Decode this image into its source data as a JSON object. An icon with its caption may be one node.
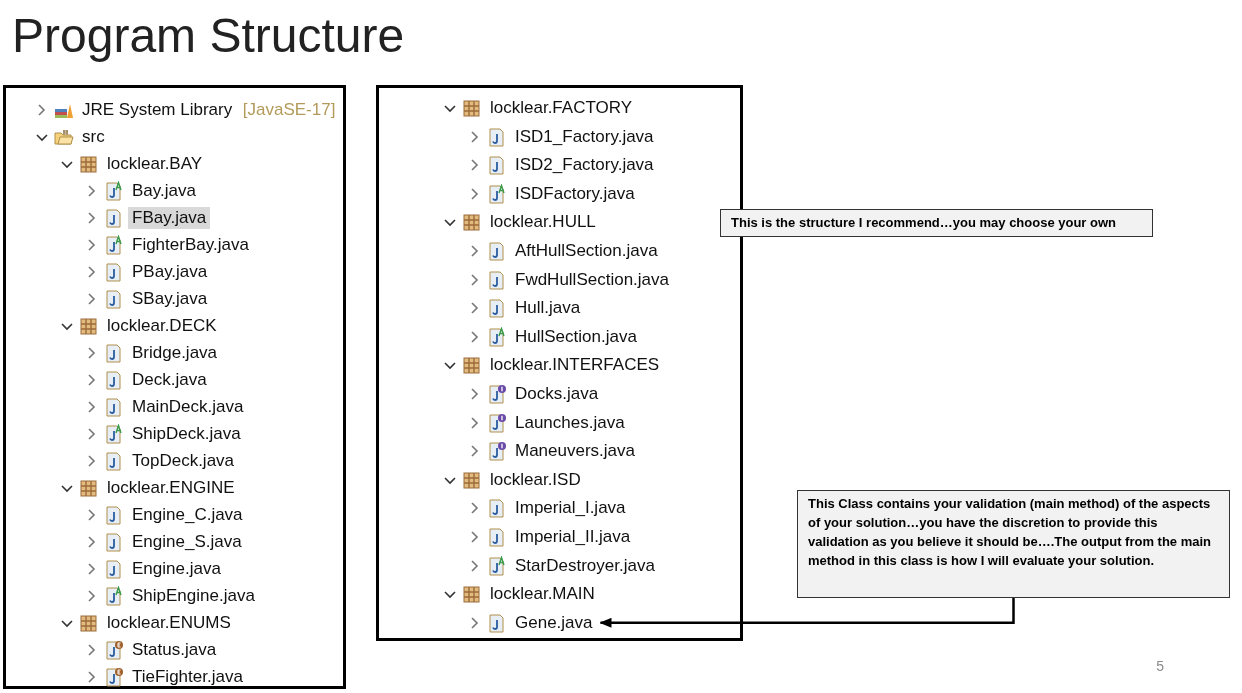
{
  "diagram": {
    "title": "Program Structure",
    "nodes": [
      {
        "text": [],
        "shape": "box"
      },
      {
        "text": [],
        "shape": "box"
      },
      {
        "text": [
          "JRE System Library",
          "[JavaSE-17]"
        ],
        "in": 0
      },
      {
        "text": [
          "src"
        ],
        "in": 0
      },
      {
        "text": [
          "locklear.BAY"
        ],
        "in": 0
      },
      {
        "text": [
          "Bay.java"
        ],
        "in": 0
      },
      {
        "text": [
          "FBay.java"
        ],
        "in": 0
      },
      {
        "text": [
          "FighterBay.java"
        ],
        "in": 0
      },
      {
        "text": [
          "PBay.java"
        ],
        "in": 0
      },
      {
        "text": [
          "SBay.java"
        ],
        "in": 0
      },
      {
        "text": [
          "locklear.DECK"
        ],
        "in": 0
      },
      {
        "text": [
          "Bridge.java"
        ],
        "in": 0
      },
      {
        "text": [
          "Deck.java"
        ],
        "in": 0
      },
      {
        "text": [
          "MainDeck.java"
        ],
        "in": 0
      },
      {
        "text": [
          "ShipDeck.java"
        ],
        "in": 0
      },
      {
        "text": [
          "TopDeck.java"
        ],
        "in": 0
      },
      {
        "text": [
          "locklear.ENGINE"
        ],
        "in": 0
      },
      {
        "text": [
          "Engine_C.java"
        ],
        "in": 0
      },
      {
        "text": [
          "Engine_S.java"
        ],
        "in": 0
      },
      {
        "text": [
          "Engine.java"
        ],
        "in": 0
      },
      {
        "text": [
          "ShipEngine.java"
        ],
        "in": 0
      },
      {
        "text": [
          "locklear.ENUMS"
        ],
        "in": 0
      },
      {
        "text": [
          "Status.java"
        ],
        "in": 0
      },
      {
        "text": [
          "TieFighter.java"
        ],
        "in": 0
      },
      {
        "text": [
          "locklear.FACTORY"
        ],
        "in": 1
      },
      {
        "text": [
          "ISD1_Factory.java"
        ],
        "in": 1
      },
      {
        "text": [
          "ISD2_Factory.java"
        ],
        "in": 1
      },
      {
        "text": [
          "ISDFactory.java"
        ],
        "in": 1
      },
      {
        "text": [
          "locklear.HULL"
        ],
        "in": 1
      },
      {
        "text": [
          "AftHullSection.java"
        ],
        "in": 1
      },
      {
        "text": [
          "FwdHullSection.java"
        ],
        "in": 1
      },
      {
        "text": [
          "Hull.java"
        ],
        "in": 1
      },
      {
        "text": [
          "HullSection.java"
        ],
        "in": 1
      },
      {
        "text": [
          "locklear.INTERFACES"
        ],
        "in": 1
      },
      {
        "text": [
          "Docks.java"
        ],
        "in": 1
      },
      {
        "text": [
          "Launches.java"
        ],
        "in": 1
      },
      {
        "text": [
          "Maneuvers.java"
        ],
        "in": 1
      },
      {
        "text": [
          "locklear.ISD"
        ],
        "in": 1
      },
      {
        "text": [
          "Imperial_I.java"
        ],
        "in": 1
      },
      {
        "text": [
          "Imperial_II.java"
        ],
        "in": 1
      },
      {
        "text": [
          "StarDestroyer.java"
        ],
        "in": 1
      },
      {
        "text": [
          "locklear.MAIN"
        ],
        "in": 1
      },
      {
        "text": [
          "Gene.java"
        ],
        "in": 1
      },
      {
        "text": [
          "This is the structure I recommend…you may choose your own"
        ]
      },
      {
        "text": [
          "This Class contains your validation (main method) of the aspects of your solution…you have the discretion to provide this validation as you believe it should be….The output from the main method in this class is how I will evaluate your solution."
        ]
      }
    ],
    "edges": [
      {
        "from": 44,
        "to": 42,
        "arrow": "to"
      }
    ],
    "labels": [
      "5"
    ]
  }
}
